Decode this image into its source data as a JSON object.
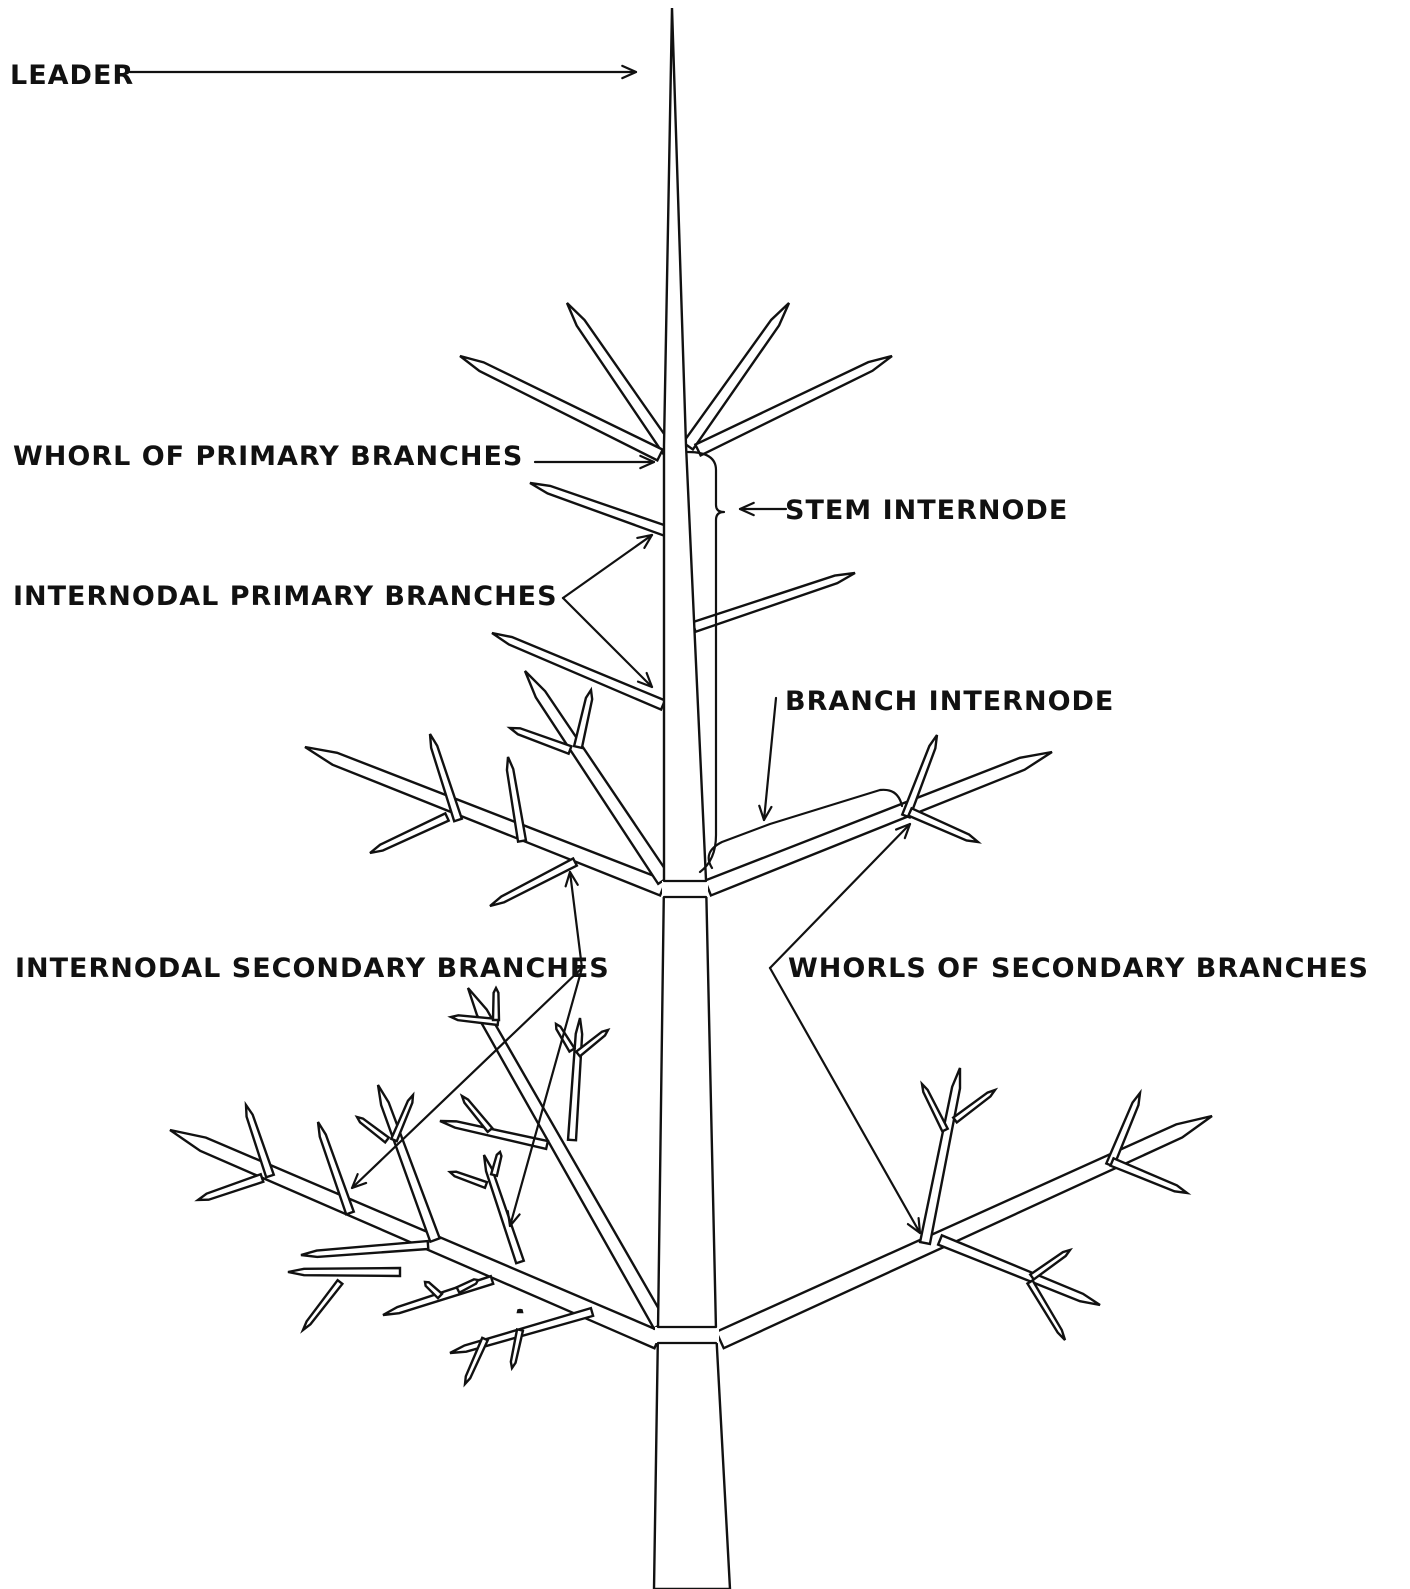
{
  "diagram": {
    "labels": {
      "leader": "LEADER",
      "whorl_primary": "WHORL OF PRIMARY BRANCHES",
      "stem_internode": "STEM INTERNODE",
      "internodal_primary": "INTERNODAL PRIMARY BRANCHES",
      "branch_internode": "BRANCH INTERNODE",
      "internodal_secondary": "INTERNODAL SECONDARY BRANCHES",
      "whorls_secondary": "WHORLS OF SECONDARY BRANCHES"
    },
    "colors": {
      "ink": "#111111",
      "paper": "#ffffff"
    }
  }
}
